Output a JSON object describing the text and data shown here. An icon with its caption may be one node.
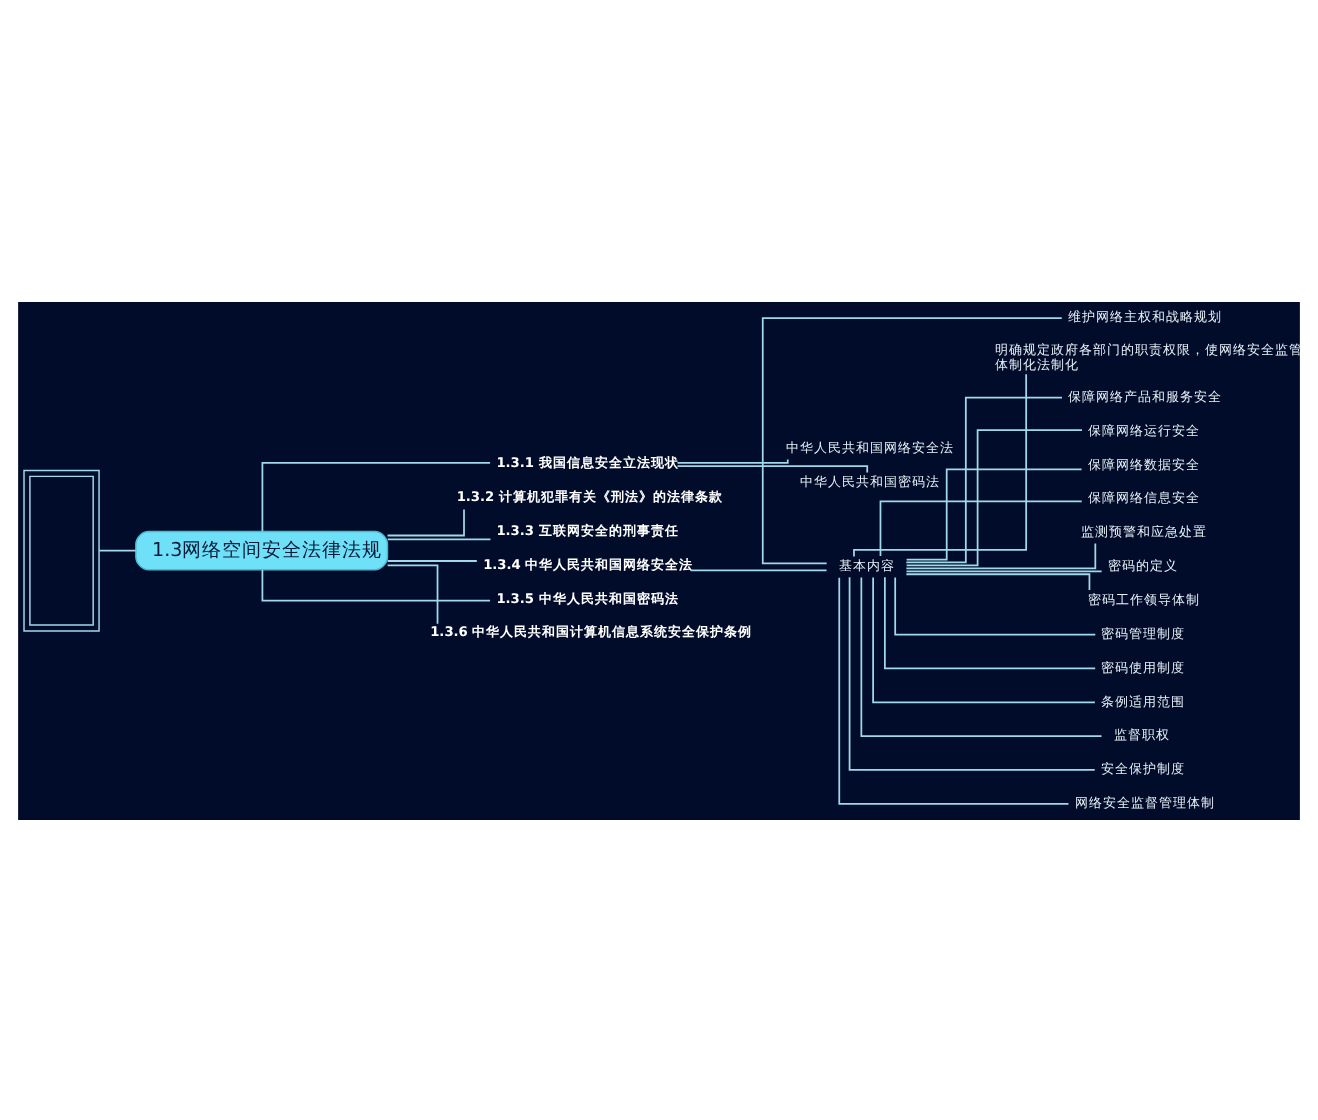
{
  "diagram": {
    "nodes": [
      {
        "text": [],
        "shape": "box"
      },
      {
        "text": [
          "1.3网络空间安全法律法规"
        ]
      },
      {
        "text": [
          "1.3.1 我国信息安全立法现状"
        ]
      },
      {
        "text": [
          "中华人民共和国网络安全法"
        ]
      },
      {
        "text": [
          "中华人民共和国密码法"
        ]
      },
      {
        "text": [
          "1.3.2 计算机犯罪有关《刑法》的法律条款"
        ]
      },
      {
        "text": [
          "1.3.3 互联网安全的刑事责任"
        ]
      },
      {
        "text": [
          "1.3.4 中华人民共和国网络安全法"
        ]
      },
      {
        "text": [
          "基本内容"
        ]
      },
      {
        "text": [
          "维护网络主权和战略规划"
        ]
      },
      {
        "text": [
          "明确规定政府各部门的职责权限，使网络安全监管体制化法制化"
        ]
      },
      {
        "text": [
          "保障网络产品和服务安全"
        ]
      },
      {
        "text": [
          "保障网络运行安全"
        ]
      },
      {
        "text": [
          "保障网络数据安全"
        ]
      },
      {
        "text": [
          "保障网络信息安全"
        ]
      },
      {
        "text": [
          "监测预警和应急处置"
        ]
      },
      {
        "text": [
          "密码的定义"
        ]
      },
      {
        "text": [
          "密码工作领导体制"
        ]
      },
      {
        "text": [
          "密码管理制度"
        ]
      },
      {
        "text": [
          "密码使用制度"
        ]
      },
      {
        "text": [
          "条例适用范围"
        ]
      },
      {
        "text": [
          "监督职权"
        ]
      },
      {
        "text": [
          "安全保护制度"
        ]
      },
      {
        "text": [
          "网络安全监督管理体制"
        ]
      },
      {
        "text": [
          "1.3.5 中华人民共和国密码法"
        ]
      },
      {
        "text": [
          "1.3.6 中华人民共和国计算机信息系统安全保护条例"
        ]
      }
    ],
    "edges": [
      {
        "from": 0,
        "to": 1,
        "arrow": "none"
      },
      {
        "from": 1,
        "to": 2,
        "arrow": "none"
      },
      {
        "from": 2,
        "to": 3,
        "arrow": "none"
      },
      {
        "from": 2,
        "to": 4,
        "arrow": "none"
      },
      {
        "from": 1,
        "to": 5,
        "arrow": "none"
      },
      {
        "from": 1,
        "to": 6,
        "arrow": "none"
      },
      {
        "from": 1,
        "to": 7,
        "arrow": "none"
      },
      {
        "from": 7,
        "to": 8,
        "arrow": "none"
      },
      {
        "from": 8,
        "to": 9,
        "arrow": "none"
      },
      {
        "from": 8,
        "to": 10,
        "arrow": "none"
      },
      {
        "from": 8,
        "to": 11,
        "arrow": "none"
      },
      {
        "from": 8,
        "to": 12,
        "arrow": "none"
      },
      {
        "from": 8,
        "to": 13,
        "arrow": "none"
      },
      {
        "from": 8,
        "to": 14,
        "arrow": "none"
      },
      {
        "from": 8,
        "to": 15,
        "arrow": "none"
      },
      {
        "from": 8,
        "to": 16,
        "arrow": "none"
      },
      {
        "from": 8,
        "to": 17,
        "arrow": "none"
      },
      {
        "from": 8,
        "to": 18,
        "arrow": "none"
      },
      {
        "from": 8,
        "to": 19,
        "arrow": "none"
      },
      {
        "from": 8,
        "to": 20,
        "arrow": "none"
      },
      {
        "from": 8,
        "to": 21,
        "arrow": "none"
      },
      {
        "from": 8,
        "to": 22,
        "arrow": "none"
      },
      {
        "from": 8,
        "to": 23,
        "arrow": "none"
      },
      {
        "from": 1,
        "to": 24,
        "arrow": "none"
      },
      {
        "from": 1,
        "to": 25,
        "arrow": "none"
      }
    ]
  }
}
